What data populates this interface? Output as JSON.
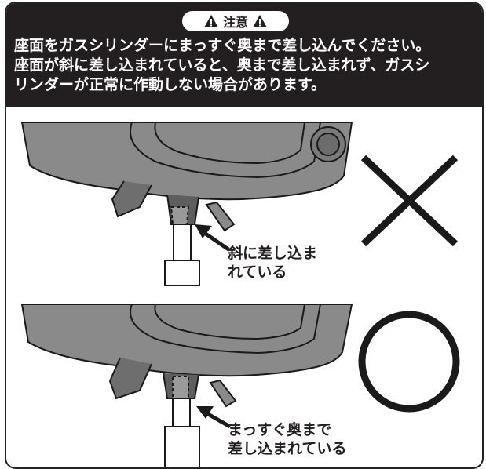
{
  "notice": {
    "badge_label": "注意",
    "message_lines": [
      "座面をガスシリンダーにまっすぐ奥まで差し込んでください。",
      "座面が斜に差し込まれていると、奥まで差し込まれず、ガスシ",
      "リンダーが正常に作動しない場合があります。"
    ]
  },
  "incorrect": {
    "mark": "cross",
    "callout_lines": [
      "斜に差し込ま",
      "れている"
    ]
  },
  "correct": {
    "mark": "circle",
    "callout_lines": [
      "まっすぐ奥まで",
      "差し込まれている"
    ]
  },
  "colors": {
    "header": "#231f20",
    "chair": "#8a8a8a",
    "chair_dark": "#5e5e5e",
    "text_on_dark": "#ffffff"
  }
}
